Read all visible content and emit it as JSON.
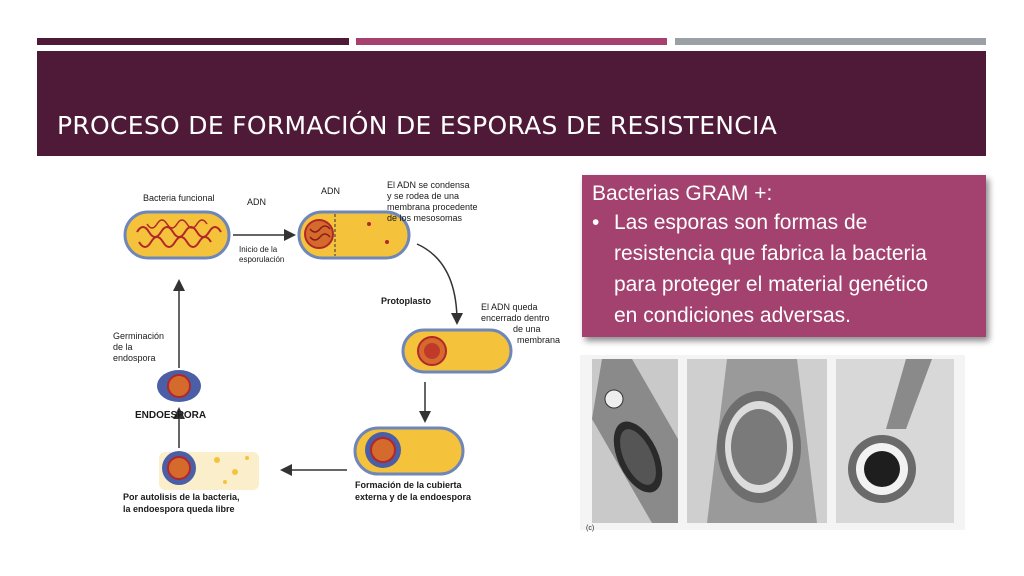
{
  "slide": {
    "title": "PROCESO DE FORMACIÓN DE ESPORAS DE RESISTENCIA",
    "accent_colors": [
      "#4f1a38",
      "#a6406f",
      "#9aa0a6"
    ]
  },
  "diagram": {
    "labels": {
      "bacteria_funcional": "Bacteria funcional",
      "adn_1": "ADN",
      "adn_2": "ADN",
      "inicio_l1": "Inicio de la",
      "inicio_l2": "esporulación",
      "condensa_l1": "El ADN se condensa",
      "condensa_l2": "y se rodea de una",
      "condensa_l3": "membrana procedente",
      "condensa_l4": "de los mesosomas",
      "protoplasto": "Protoplasto",
      "encerrado_l1": "El ADN queda",
      "encerrado_l2": "encerrado dentro",
      "encerrado_l3": "de una",
      "encerrado_l4": "membrana",
      "germinacion_l1": "Germinación",
      "germinacion_l2": "de la",
      "germinacion_l3": "endospora",
      "endoespora": "ENDOESPORA",
      "autolisis_l1": "Por autolisis de la bacteria,",
      "autolisis_l2": "la endoespora queda libre",
      "formacion_l1": "Formación de la cubierta",
      "formacion_l2": "externa y de la endoespora"
    }
  },
  "callout": {
    "heading": "Bacterias GRAM +:",
    "bullet_char": "•",
    "bullet_text_lines": [
      "Las esporas son formas de",
      "resistencia que fabrica la bacteria",
      "para proteger el material genético",
      "en condiciones adversas."
    ]
  },
  "micrographs": {
    "panel_label": "(c)"
  }
}
